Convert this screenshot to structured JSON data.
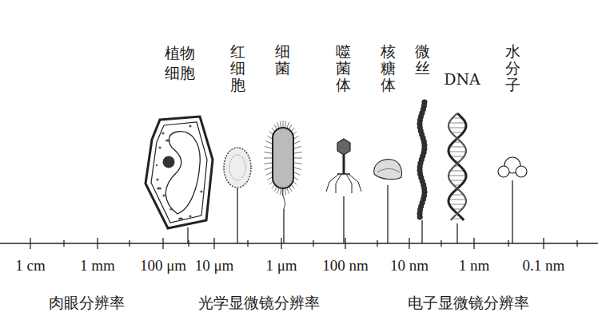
{
  "diagram": {
    "labels": [
      "植物细胞",
      "红细胞",
      "细菌",
      "噬菌体",
      "核糖体",
      "微丝",
      "DNA",
      "水分子",
      "1 cm",
      "1 mm",
      "100 μm",
      "10 μm",
      "1 μm",
      "100 nm",
      "10 nm",
      "1 nm",
      "0.1 nm",
      "肉眼分辨率",
      "光学显微镜分辨率",
      "电子显微镜分辨率"
    ]
  }
}
